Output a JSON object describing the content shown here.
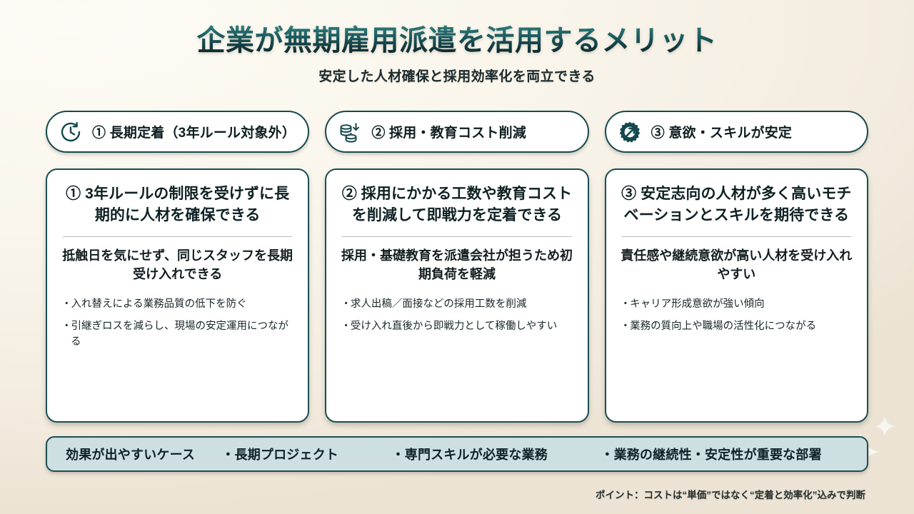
{
  "theme": {
    "background_top": "#fdfbf5",
    "background_bottom": "#ece3d4",
    "ink": "#0f2124",
    "border_teal": "#1b4f53",
    "title_gradient_top": "#2f7e7d",
    "title_gradient_bottom": "#0b2226",
    "banner_fill": "#cddfe1"
  },
  "header": {
    "title": "企業が無期雇用派遣を活用するメリット",
    "subtitle": "安定した人材確保と採用効率化を両立できる"
  },
  "chips": [
    {
      "icon": "clock-rewind-icon",
      "label": "① 長期定着（3年ルール対象外）"
    },
    {
      "icon": "coins-down-arrow-icon",
      "label": "② 採用・教育コスト削減"
    },
    {
      "icon": "gear-up-arrow-icon",
      "label": "③ 意欲・スキルが安定"
    }
  ],
  "cards": [
    {
      "heading": "① 3年ルールの制限を受けずに長期的に人材を確保できる",
      "body": "抵触日を気にせず、同じスタッフを長期受け入れできる",
      "bullets": [
        "入れ替えによる業務品質の低下を防ぐ",
        "引継ぎロスを減らし、現場の安定運用につながる"
      ]
    },
    {
      "heading": "② 採用にかかる工数や教育コストを削減して即戦力を定着できる",
      "body": "採用・基礎教育を派遣会社が担うため初期負荷を軽減",
      "bullets": [
        "求人出稿／面接などの採用工数を削減",
        "受け入れ直後から即戦力として稼働しやすい"
      ]
    },
    {
      "heading": "③ 安定志向の人材が多く高いモチベーションとスキルを期待できる",
      "body": "責任感や継続意欲が高い人材を受け入れやすい",
      "bullets": [
        "キャリア形成意欲が強い傾向",
        "業務の質向上や職場の活性化につながる"
      ]
    }
  ],
  "banner": {
    "label": "効果が出やすいケース",
    "items": [
      "・長期プロジェクト",
      "・専門スキルが必要な業務",
      "・業務の継続性・安定性が重要な部署"
    ]
  },
  "footnote": "ポイント：コストは“単価”ではなく“定着と効率化”込みで判断"
}
